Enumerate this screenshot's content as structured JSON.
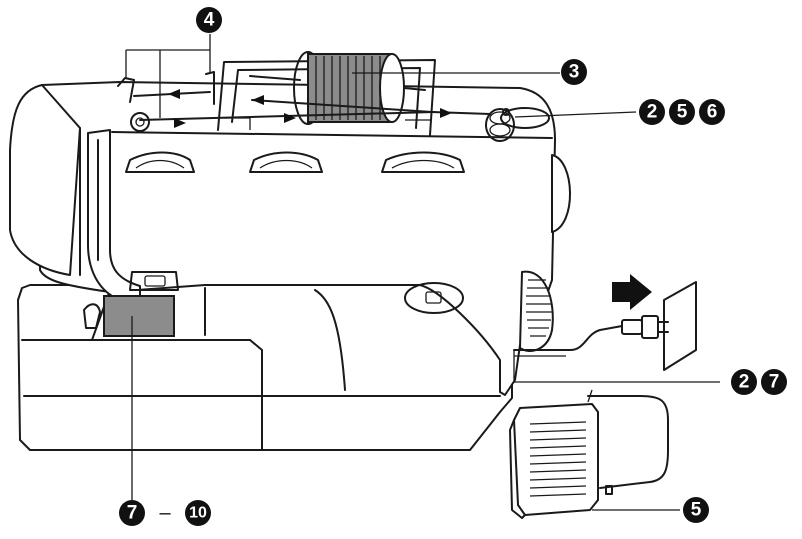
{
  "callouts": {
    "spool_pins": [
      "4"
    ],
    "spool": [
      "3"
    ],
    "bobbin_winder": [
      "2",
      "5",
      "6"
    ],
    "power_cord": [
      "2",
      "7"
    ],
    "foot_controller": [
      "5"
    ],
    "needle_area": {
      "from": "7",
      "separator": "–",
      "to": "10"
    }
  },
  "colors": {
    "line": "#1a1a1a",
    "badge": "#111111",
    "spool_fill": "#8c8c8c",
    "needle_plate_fill": "#8c8c8c",
    "arrow_fill": "#111111"
  }
}
